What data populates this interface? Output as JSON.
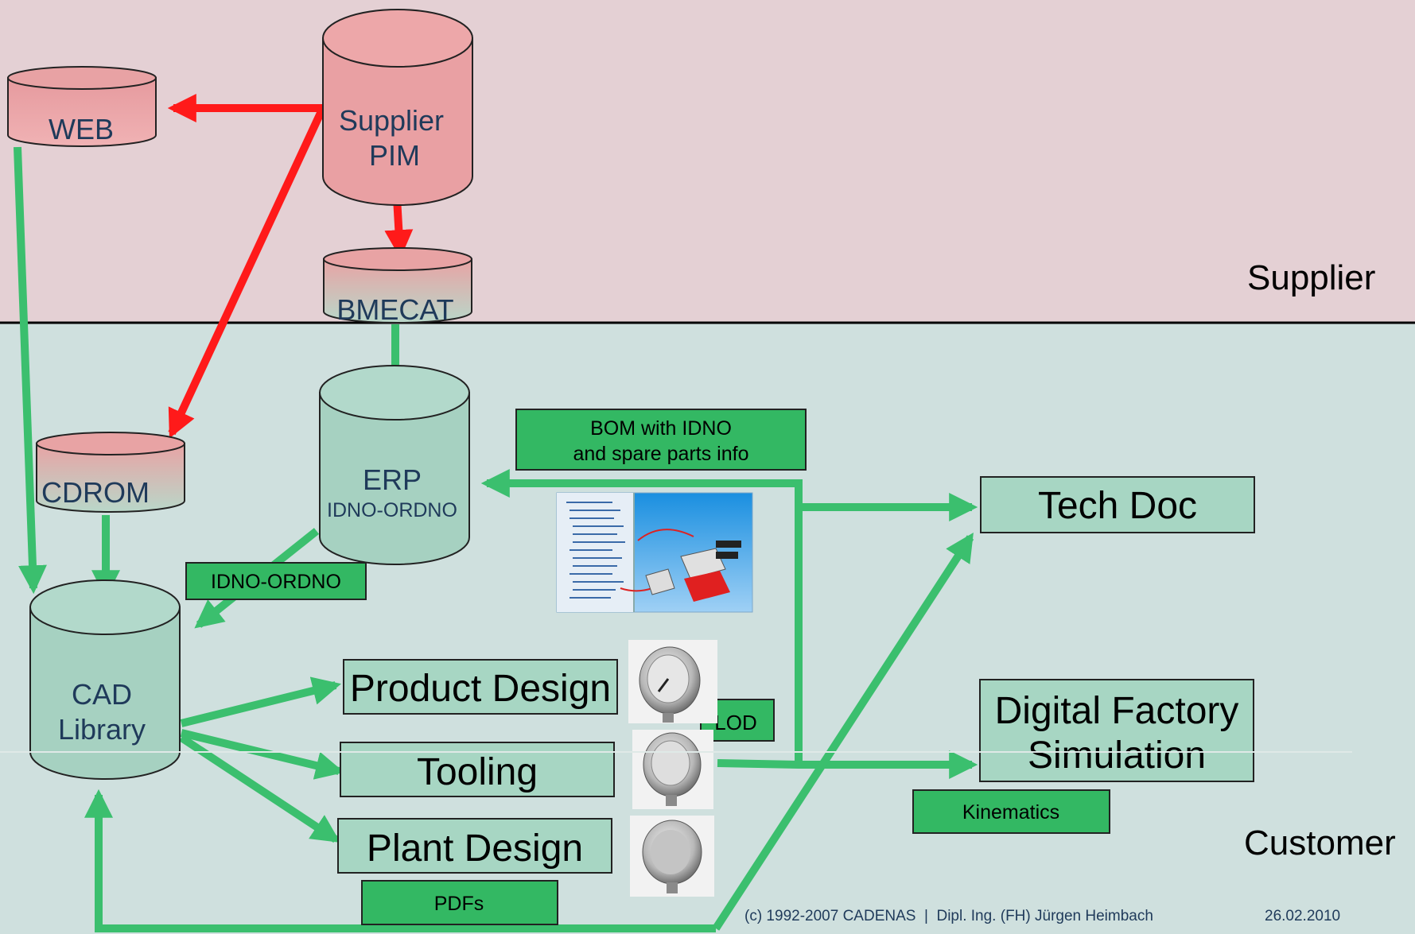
{
  "zones": {
    "supplier": "Supplier",
    "customer": "Customer"
  },
  "databases": {
    "web": "WEB",
    "supplier_pim": [
      "Supplier",
      "PIM"
    ],
    "bmecat": "BMECAT",
    "cdrom": "CDROM",
    "erp": [
      "ERP",
      "IDNO-ORDNO"
    ],
    "cad_library": [
      "CAD",
      "Library"
    ]
  },
  "boxes": {
    "product_design": "Product Design",
    "tooling": "Tooling",
    "plant_design": "Plant Design",
    "tech_doc": "Tech Doc",
    "digital_factory": [
      "Digital Factory",
      "Simulation"
    ]
  },
  "tags": {
    "bom": [
      "BOM with IDNO",
      "and spare parts info"
    ],
    "idno_ordno": "IDNO-ORDNO",
    "lod": "LOD",
    "kinematics": "Kinematics",
    "pdfs": "PDFs"
  },
  "footer": {
    "copyright": "(c) 1992-2007 CADENAS  |  Dipl. Ing. (FH) Jürgen Heimbach",
    "date": "26.02.2010"
  },
  "colors": {
    "supplier_bg": "#e4d0d4",
    "customer_bg": "#cfe0de",
    "flow_green": "#3bbf6e",
    "flow_red": "#ff1a1a",
    "db_red": "#e9a0a3",
    "db_teal": "#a6d1c1",
    "tag_green": "#33b863",
    "box_light": "#a7d6c3"
  }
}
